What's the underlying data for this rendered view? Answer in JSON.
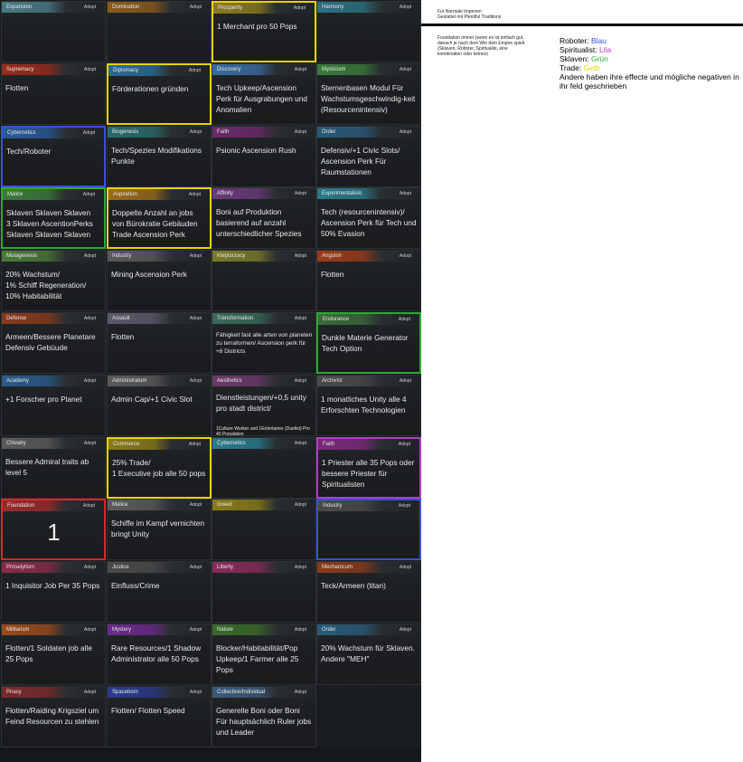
{
  "header_note": "Für Normale Imperien\nGestaltet mit Plentiful Traditions",
  "side_note": "Foundation immer (wenn es ist einfach gut, danach je nach dem Wie dein Empire spielt (Sklaven, Roboter, Spiritualist, eine kombination oder keines)",
  "legend": [
    {
      "key": "Roboter: ",
      "value": "Blau",
      "color": "#3b4fd8"
    },
    {
      "key": "Spiritualist: ",
      "value": "Lila",
      "color": "#b23fc0"
    },
    {
      "key": "Sklaven: ",
      "value": "Grün",
      "color": "#2fa836"
    },
    {
      "key": "Trade: ",
      "value": "Gelb",
      "color": "#e4d300"
    }
  ],
  "legend_extra": "Andere haben ihre effecte und mögliche negativen in ihr feld geschrieben",
  "adopt_label": "Adopt",
  "cards": [
    {
      "name": "Expansion",
      "text": "",
      "accent": "#4a7a86"
    },
    {
      "name": "Domination",
      "text": "",
      "accent": "#8a5a1c"
    },
    {
      "name": "Prosperity",
      "text": "1 Merchant pro 50 Pops",
      "accent": "#8a7a1e",
      "border": "#e8d300"
    },
    {
      "name": "Harmony",
      "text": "",
      "accent": "#2c7080"
    },
    {
      "name": "Supremacy",
      "text": "Flotten",
      "accent": "#9a2a1c"
    },
    {
      "name": "Diplomacy",
      "text": "Förderationen gründen",
      "accent": "#2a6a9a",
      "border": "#e8d300"
    },
    {
      "name": "Discovery",
      "text": "Tech Upkeep/Ascension Perk für Ausgrabungen und Anomalien",
      "accent": "#3a6aa0"
    },
    {
      "name": "Mysticism",
      "text": "Sternenbasen Modul Für Wachstumsgeschwindig-keit (Resourcenintensiv)",
      "accent": "#3a7a3a"
    },
    {
      "name": "Cybernetics",
      "text": "Tech/Roboter",
      "accent": "#2a5a9a",
      "border": "#3b4fd8"
    },
    {
      "name": "Biogenesis",
      "text": "Tech/Spezies Modifikations Punkte",
      "accent": "#2a6a6a"
    },
    {
      "name": "Faith",
      "text": "Psionic Ascension Rush",
      "accent": "#6a2a6a"
    },
    {
      "name": "Order",
      "text": "Defensiv/+1 Civic Slots/ Ascension Perk Für Raumstationen",
      "accent": "#2a5a7a"
    },
    {
      "name": "Malice",
      "text": "Sklaven Sklaven Sklaven\n3 Sklaven AscentionPerks\nSklaven Sklaven Sklaven",
      "accent": "#3a7a3a",
      "border": "#2fa836"
    },
    {
      "name": "Aspiration",
      "text": "Doppelte Anzahl an jobs von Bürokratie Gebäuden\nTrade Ascension Perk",
      "accent": "#9a6a1a",
      "border": "#e8d300"
    },
    {
      "name": "Affinity",
      "text": "Boni auf Produktion basierend auf anzahl unterschiedlicher Spezies",
      "accent": "#6a3a7a"
    },
    {
      "name": "Experimentalism",
      "text": "Tech (resourcenintensiv)/ Ascension Perk für Tech und 50% Evasion",
      "accent": "#2a7a8a"
    },
    {
      "name": "Mutagenesis",
      "text": "20% Wachstum/\n1% Schiff Regeneration/\n10% Habitabilität",
      "accent": "#4a7a3a"
    },
    {
      "name": "Industry",
      "text": "Mining Ascension Perk",
      "accent": "#5a5a5a"
    },
    {
      "name": "Kleptocracy",
      "text": "",
      "accent": "#7a7a2a"
    },
    {
      "name": "Anguish",
      "text": "Flotten",
      "accent": "#9a3a1a"
    },
    {
      "name": "Defense",
      "text": "Armeen/Bessere Planetare Defensiv Gebüude",
      "accent": "#8a3a1a"
    },
    {
      "name": "Assault",
      "text": "Flotten",
      "accent": "#5a5a6a"
    },
    {
      "name": "Transformation",
      "text": "Fähigkeit fast alle arten von planeten zu terraformen/ Ascension perk für +8 Districts",
      "accent": "#3a6a5a",
      "small": true
    },
    {
      "name": "Endurance",
      "text": "Dunkle Materie Generator Tech Option",
      "accent": "#3a6a3a",
      "border": "#2fa836"
    },
    {
      "name": "Academy",
      "text": "+1 Forscher pro Planet",
      "accent": "#2a5a8a"
    },
    {
      "name": "Administratum",
      "text": "Admin Cap/+1 Civic Slot",
      "accent": "#5a5a5a"
    },
    {
      "name": "Aesthetics",
      "text": "Dienstleistungen/+0,5 unity pro stadt district/",
      "text2": "1Culture Worker und 1Entertainer (Duelist) Pro 40 Population",
      "accent": "#6a3a6a"
    },
    {
      "name": "Archivist",
      "text": "1 monatliches Unity alle 4 Erforschten Technologien",
      "accent": "#4a4a4a"
    },
    {
      "name": "Chivalry",
      "text": "Bessere Admiral traits ab level 5",
      "accent": "#5a5a5a"
    },
    {
      "name": "Commerce",
      "text": "25% Trade/\n1 Executive job alle 50 pops",
      "accent": "#8a7a1a",
      "border": "#e8d300"
    },
    {
      "name": "Cybernetics",
      "text": "",
      "accent": "#2a7a8a"
    },
    {
      "name": "Faith",
      "text": "1 Priester alle 35 Pops oder bessere Priester für Spiritualisten",
      "accent": "#7a2a7a",
      "border": "#b23fc0"
    },
    {
      "name": "Foundation",
      "text": "1",
      "accent": "#9a2a2a",
      "border": "#d42a2a",
      "big": true
    },
    {
      "name": "Malice",
      "text": "Schiffe im Kampf vernichten bringt Unity",
      "accent": "#5a5a5a"
    },
    {
      "name": "Greed",
      "text": "",
      "accent": "#8a7a1a"
    },
    {
      "name": "Industry",
      "text": "",
      "accent": "#4a4a4a",
      "border": "#3b4fd8"
    },
    {
      "name": "Proselytism",
      "text": "1 Inquisitor Job Per 35 Pops",
      "accent": "#8a2a4a"
    },
    {
      "name": "Justice",
      "text": "Einfluss/Crime",
      "accent": "#4a4a4a"
    },
    {
      "name": "Liberty",
      "text": "",
      "accent": "#8a2a5a"
    },
    {
      "name": "Mechanicum",
      "text": "Teck/Armeen (titan)",
      "accent": "#8a3a1a"
    },
    {
      "name": "Militarism",
      "text": "Flotten/1 Soldaten job alle 25 Pops",
      "accent": "#9a4a1a"
    },
    {
      "name": "Mystery",
      "text": "Rare Resources/1 Shadow Administrator alle 50 Pops",
      "accent": "#6a2a8a"
    },
    {
      "name": "Nature",
      "text": "Blocker/Habitabilität/Pop Upkeep/1 Farmer alle 25 Pops",
      "accent": "#3a6a2a"
    },
    {
      "name": "Order",
      "text": "20% Wachstum für Sklaven.\nAndere \"MEH\"",
      "accent": "#2a5a7a"
    },
    {
      "name": "Piracy",
      "text": "Flotten/Raiding Krigsziel um Feind Resourcen zu stehlen",
      "accent": "#7a2a2a"
    },
    {
      "name": "Spaceborn",
      "text": "Flotten/ Flotten Speed",
      "accent": "#2a3a8a"
    },
    {
      "name": "Collective/Individual",
      "text": "Generelle Boni oder Boni Für hauptsächlich Ruler jobs und Leader",
      "accent": "#3a5a7a"
    }
  ]
}
